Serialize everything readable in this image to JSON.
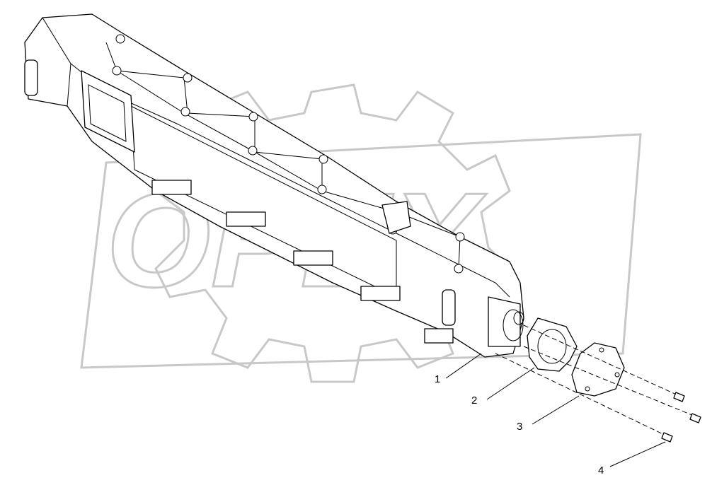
{
  "watermark": "OPEX",
  "callouts": [
    {
      "number": "1"
    },
    {
      "number": "2"
    },
    {
      "number": "3"
    },
    {
      "number": "4"
    }
  ]
}
